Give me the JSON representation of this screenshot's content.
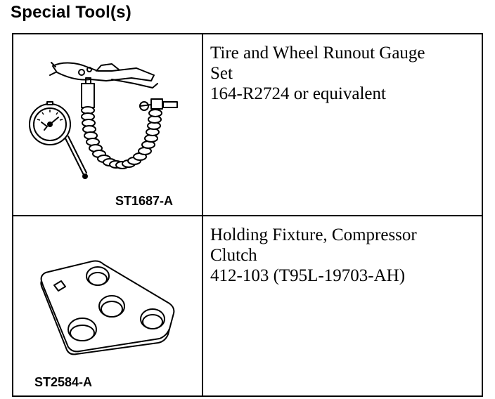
{
  "heading": "Special Tool(s)",
  "tools": [
    {
      "figure_code": "ST1687-A",
      "icon": "runout-gauge-icon",
      "description_lines": [
        "Tire and Wheel Runout Gauge",
        "Set",
        "164-R2724 or equivalent"
      ]
    },
    {
      "figure_code": "ST2584-A",
      "icon": "holding-fixture-icon",
      "description_lines": [
        "Holding Fixture, Compressor",
        "Clutch",
        "412-103 (T95L-19703-AH)"
      ]
    }
  ]
}
